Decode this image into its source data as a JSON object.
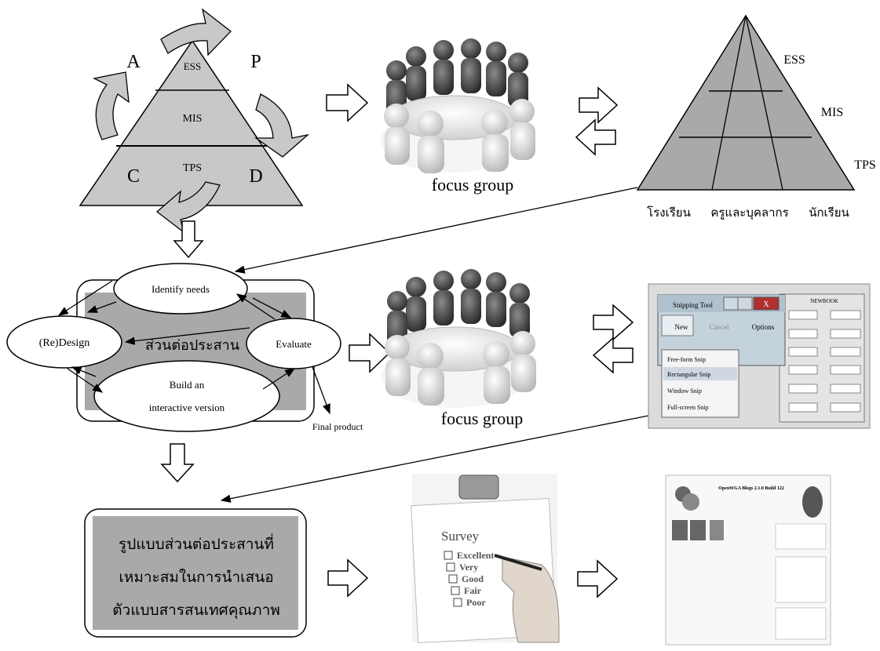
{
  "pyramid_left": {
    "tiers": [
      "ESS",
      "MIS",
      "TPS"
    ],
    "corners": {
      "top_left": "A",
      "top_right": "P",
      "bottom_left": "C",
      "bottom_right": "D"
    }
  },
  "focus_group_1": {
    "caption": "focus group"
  },
  "pyramid_right": {
    "tiers": [
      "ESS",
      "MIS",
      "TPS"
    ],
    "base_labels": [
      "โรงเรียน",
      "ครูและบุคลากร",
      "นักเรียน"
    ]
  },
  "design_cycle": {
    "identify": "Identify needs",
    "redesign": "(Re)Design",
    "evaluate": "Evaluate",
    "build_line1": "Build an",
    "build_line2": "interactive version",
    "center_text": "ส่วนต่อประสาน",
    "final_product": "Final product"
  },
  "focus_group_2": {
    "caption": "focus group"
  },
  "snipping_tool": {
    "title": "Snipping Tool",
    "new_label": "New",
    "cancel_label": "Cancel",
    "options_label": "Options",
    "menu_items": [
      "Free-form Snip",
      "Rectangular Snip",
      "Window Snip",
      "Full-screen Snip"
    ],
    "form_title": "NEWBOOK"
  },
  "result_box": {
    "line1": "รูปแบบส่วนต่อประสานที่",
    "line2": "เหมาะสมในการนำเสนอ",
    "line3": "ตัวแบบสารสนเทศคุณภาพ"
  },
  "survey": {
    "title": "Survey",
    "options": [
      "Excellent",
      "Very",
      "Good",
      "Fair",
      "Poor"
    ]
  },
  "blog_screenshot": {
    "title": "OpenWGA Blogs 2.1.0 Build 122"
  },
  "colors": {
    "pyramid_fill": "#c8c8c8",
    "line": "#000000",
    "box_fill": "#a9a9a9",
    "screen_bg": "#dcdcdc"
  }
}
